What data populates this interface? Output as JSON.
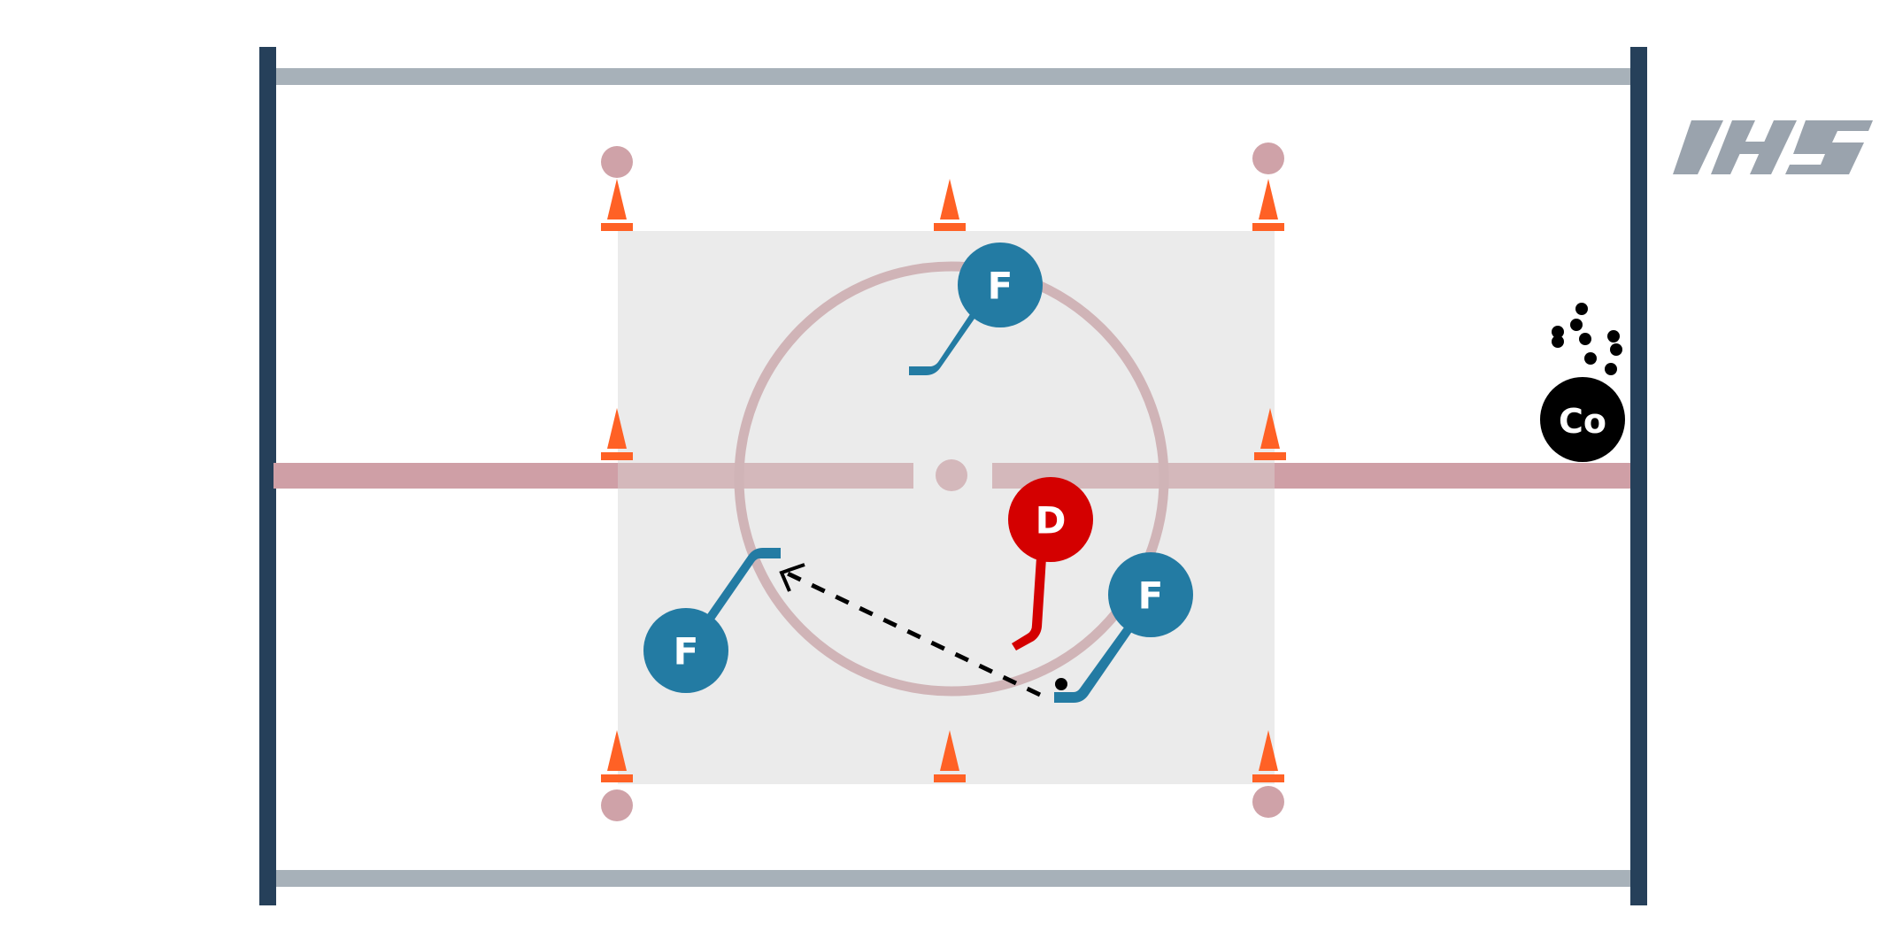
{
  "logo": {
    "text": "IHS",
    "color": "#9aa3ad"
  },
  "colors": {
    "boards": "#26405a",
    "side_lines": "#a7b1b9",
    "center_line": "#cf9fa6",
    "zone_fill": "#ebebeb",
    "faceoff_circle": "#d0b4b7",
    "cone": "#ff6125",
    "forward": "#237ba3",
    "defense": "#d40000",
    "coach": "#000000",
    "pass_line": "#000000"
  },
  "players": {
    "forward_top": {
      "label": "F",
      "role": "forward"
    },
    "forward_left": {
      "label": "F",
      "role": "forward"
    },
    "forward_right": {
      "label": "F",
      "role": "forward"
    },
    "defense": {
      "label": "D",
      "role": "defense"
    },
    "coach": {
      "label": "Co",
      "role": "coach"
    }
  },
  "icons": {
    "cone": "traffic-cone-icon",
    "puck": "puck-icon",
    "stick": "hockey-stick-icon",
    "faceoff_dot": "faceoff-dot-icon"
  }
}
